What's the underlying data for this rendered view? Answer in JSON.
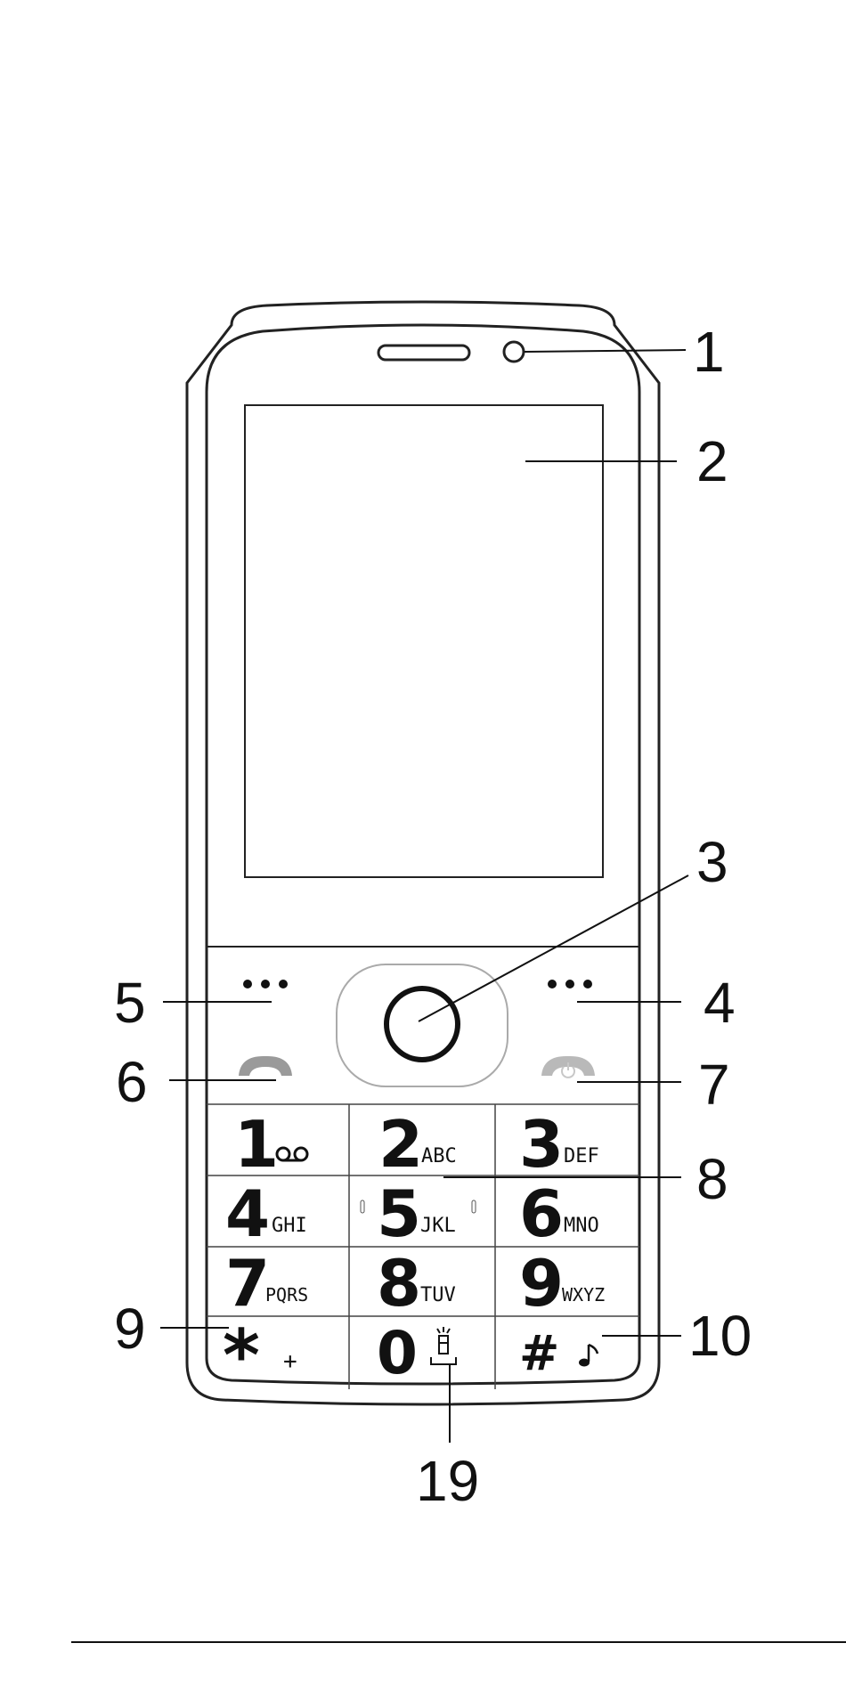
{
  "callouts": {
    "c1": "1",
    "c2": "2",
    "c3": "3",
    "c4": "4",
    "c5": "5",
    "c6": "6",
    "c7": "7",
    "c8": "8",
    "c9": "9",
    "c10": "10",
    "c19": "19"
  },
  "keys": {
    "k1": {
      "digit": "1"
    },
    "k2": {
      "digit": "2",
      "letters": "ABC"
    },
    "k3": {
      "digit": "3",
      "letters": "DEF"
    },
    "k4": {
      "digit": "4",
      "letters": "GHI"
    },
    "k5": {
      "digit": "5",
      "letters": "JKL"
    },
    "k6": {
      "digit": "6",
      "letters": "MNO"
    },
    "k7": {
      "digit": "7",
      "letters": "PQRS"
    },
    "k8": {
      "digit": "8",
      "letters": "TUV"
    },
    "k9": {
      "digit": "9",
      "letters": "WXYZ"
    },
    "kstar": {
      "digit": "*",
      "letters": "+"
    },
    "k0": {
      "digit": "0"
    },
    "khash": {
      "digit": "#"
    }
  },
  "icons": {
    "voicemail": "voicemail-icon",
    "flashlight": "flashlight-icon",
    "music_note": "music-note-icon",
    "call": "call-icon",
    "power": "power-icon"
  },
  "colors": {
    "line": "#222222",
    "muted": "#9a9a9a"
  }
}
